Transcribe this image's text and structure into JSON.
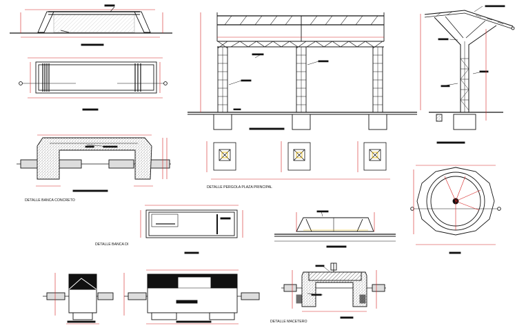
{
  "labels": {
    "pergola": "DETALLE PERGOLA PLAZA PRINCIPAL",
    "banca_concreto": "DETALLE BANCA CONCRETO",
    "banca": "DETALLE BANCA DI",
    "macetero": "DETALLE MACETERO"
  },
  "colors": {
    "line": "#111111",
    "dimension": "#d62020",
    "accent": "#e6b400",
    "note": "#2a2a2a"
  }
}
